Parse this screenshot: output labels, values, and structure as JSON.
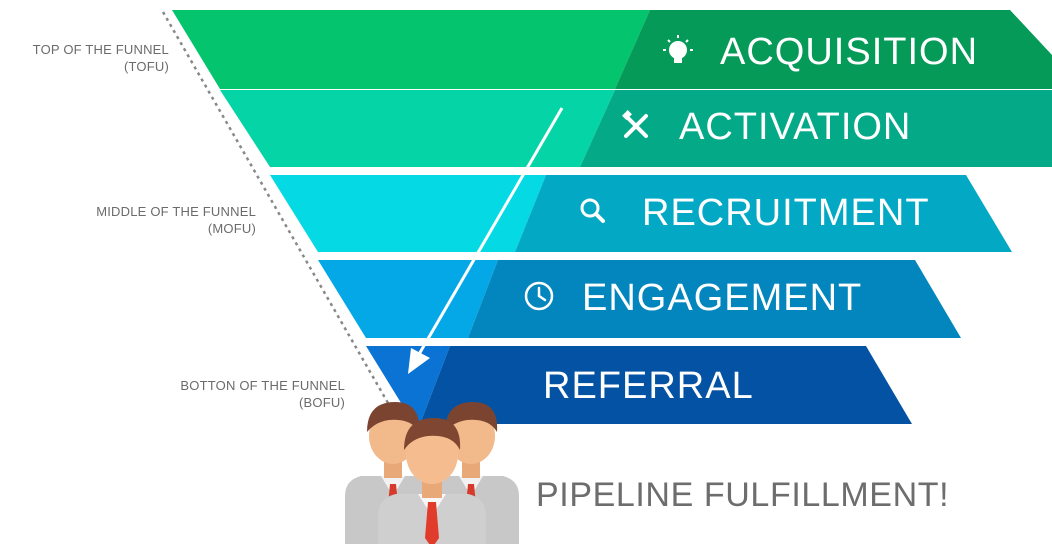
{
  "left_labels": {
    "tofu": {
      "line1": "TOP OF THE FUNNEL",
      "line2": "(TOFU)"
    },
    "mofu": {
      "line1": "MIDDLE OF THE FUNNEL",
      "line2": "(MOFU)"
    },
    "bofu": {
      "line1": "BOTTON OF THE FUNNEL",
      "line2": "(BOFU)"
    }
  },
  "stages": [
    {
      "name": "ACQUISITION",
      "icon": "lightbulb-icon",
      "light": "#04c46d",
      "dark": "#059a57"
    },
    {
      "name": "ACTIVATION",
      "icon": "tools-icon",
      "light": "#05d4a6",
      "dark": "#04a988"
    },
    {
      "name": "RECRUITMENT",
      "icon": "search-icon",
      "light": "#05d9e3",
      "dark": "#03a9c4"
    },
    {
      "name": "ENGAGEMENT",
      "icon": "clock-icon",
      "light": "#04a8e6",
      "dark": "#0385bd"
    },
    {
      "name": "REFERRAL",
      "icon": "",
      "light": "#0a73d4",
      "dark": "#0452a3"
    }
  ],
  "result": {
    "text": "PIPELINE FULFILLMENT!"
  },
  "colors": {
    "dotted_line": "#888888",
    "label_text": "#6b6b6b",
    "result_text": "#6d6d6d",
    "arrow": "#ffffff"
  }
}
